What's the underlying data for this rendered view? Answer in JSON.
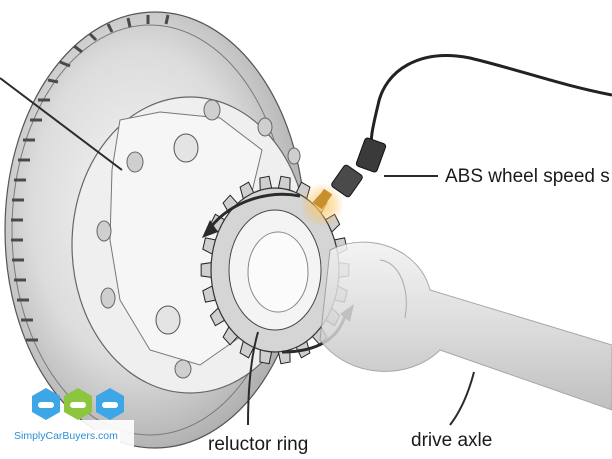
{
  "labels": {
    "sensor": "ABS wheel speed s",
    "reluctor": "reluctor ring",
    "axle": "drive axle"
  },
  "watermark": {
    "text": "SimplyCarBuyers.com"
  },
  "colors": {
    "line": "#2b2b2b",
    "metal_light": "#eeeeee",
    "metal_mid": "#cfcfcf",
    "metal_dark": "#8a8a8a",
    "sensor_glow": "#f5b342",
    "logo_blue": "#3ca6e6",
    "logo_green": "#8cc63f"
  }
}
